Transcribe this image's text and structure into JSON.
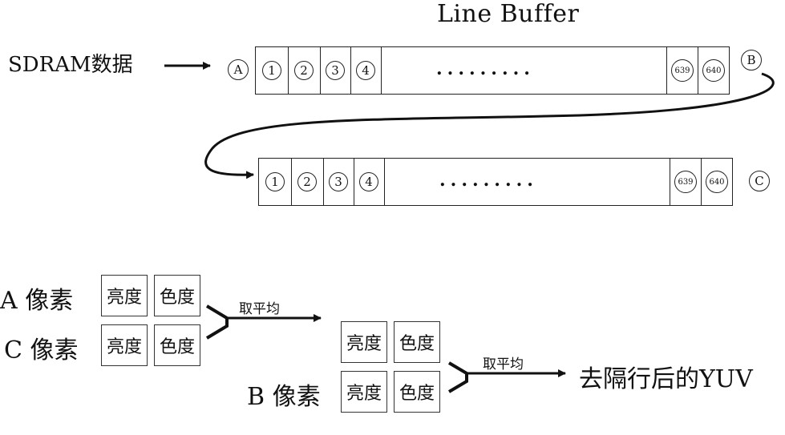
{
  "title": "Line Buffer",
  "source_label": "SDRAM数据",
  "markers": {
    "a": "A",
    "b": "B",
    "c": "C"
  },
  "cells": [
    "1",
    "2",
    "3",
    "4"
  ],
  "ellipsis": ".........",
  "end_cells": [
    "639",
    "640"
  ],
  "pixels": {
    "a": "A 像素",
    "c": "C 像素",
    "b": "B 像素"
  },
  "box_labels": {
    "luma": "亮度",
    "chroma": "色度"
  },
  "average_label": "取平均",
  "result_label": "去隔行后的YUV"
}
